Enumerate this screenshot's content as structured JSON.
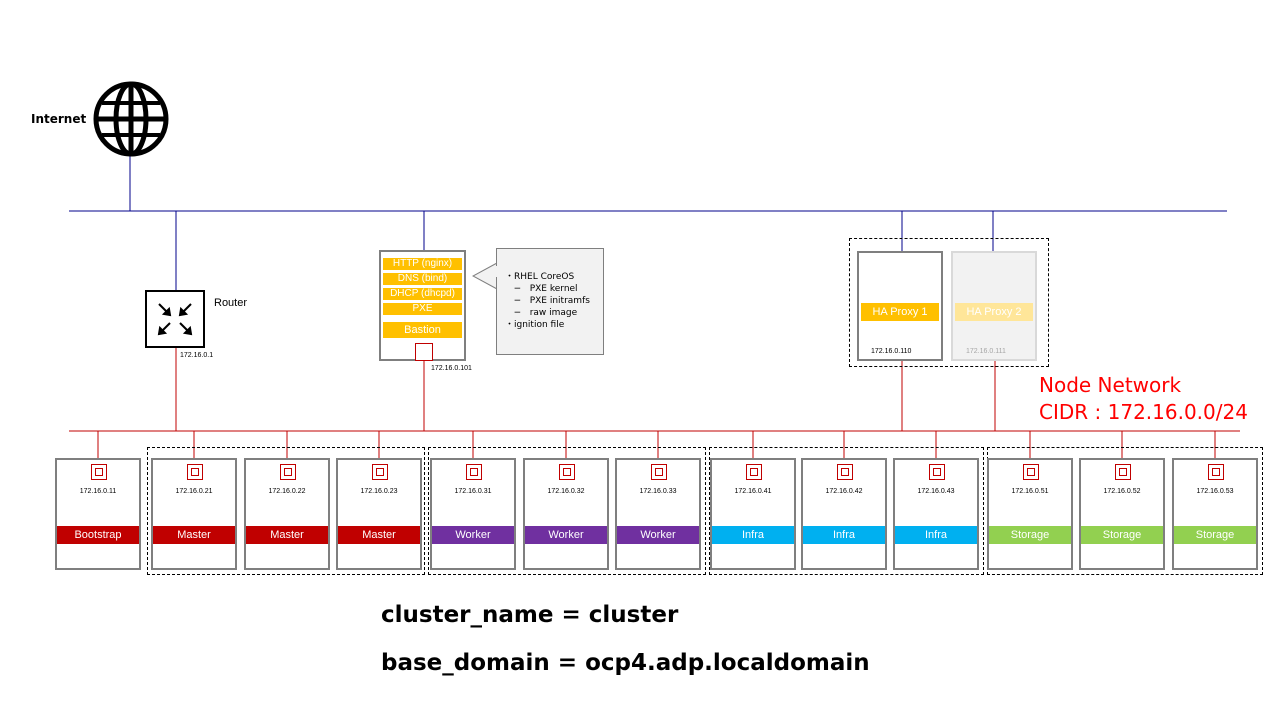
{
  "internet": {
    "label": "Internet",
    "icon": "globe-icon"
  },
  "router": {
    "label": "Router",
    "ip": "172.16.0.1",
    "icon": "router-arrows-icon"
  },
  "bastion": {
    "services": [
      "HTTP (nginx)",
      "DNS (bind)",
      "DHCP (dhcpd)",
      "PXE"
    ],
    "label": "Bastion",
    "ip": "172.16.0.101"
  },
  "bastion_note": {
    "text": "・RHEL CoreOS\n   −   PXE kernel\n   −   PXE initramfs\n   −   raw image\n・ignition file"
  },
  "ha_proxies": [
    {
      "label": "HA Proxy 1",
      "ip": "172.16.0.110",
      "active": true
    },
    {
      "label": "HA Proxy 2",
      "ip": "172.16.0.111",
      "active": false
    }
  ],
  "node_network": {
    "title": "Node Network",
    "cidr": "CIDR : 172.16.0.0/24"
  },
  "nodes": [
    {
      "ip": "172.16.0.11",
      "role": "Bootstrap"
    },
    {
      "ip": "172.16.0.21",
      "role": "Master"
    },
    {
      "ip": "172.16.0.22",
      "role": "Master"
    },
    {
      "ip": "172.16.0.23",
      "role": "Master"
    },
    {
      "ip": "172.16.0.31",
      "role": "Worker"
    },
    {
      "ip": "172.16.0.32",
      "role": "Worker"
    },
    {
      "ip": "172.16.0.33",
      "role": "Worker"
    },
    {
      "ip": "172.16.0.41",
      "role": "Infra"
    },
    {
      "ip": "172.16.0.42",
      "role": "Infra"
    },
    {
      "ip": "172.16.0.43",
      "role": "Infra"
    },
    {
      "ip": "172.16.0.51",
      "role": "Storage"
    },
    {
      "ip": "172.16.0.52",
      "role": "Storage"
    },
    {
      "ip": "172.16.0.53",
      "role": "Storage"
    }
  ],
  "colors": {
    "bastion": "#ffc000",
    "ha_proxy": "#ffc000",
    "bootstrap": "#c00000",
    "master": "#c00000",
    "worker": "#7030a0",
    "infra": "#00b0f0",
    "storage": "#92d050",
    "external_network": "#00008b",
    "node_network": "#c00000",
    "network_title": "#ff0000"
  },
  "footer": {
    "cluster_name": "cluster_name = cluster",
    "base_domain": "base_domain = ocp4.adp.localdomain"
  }
}
